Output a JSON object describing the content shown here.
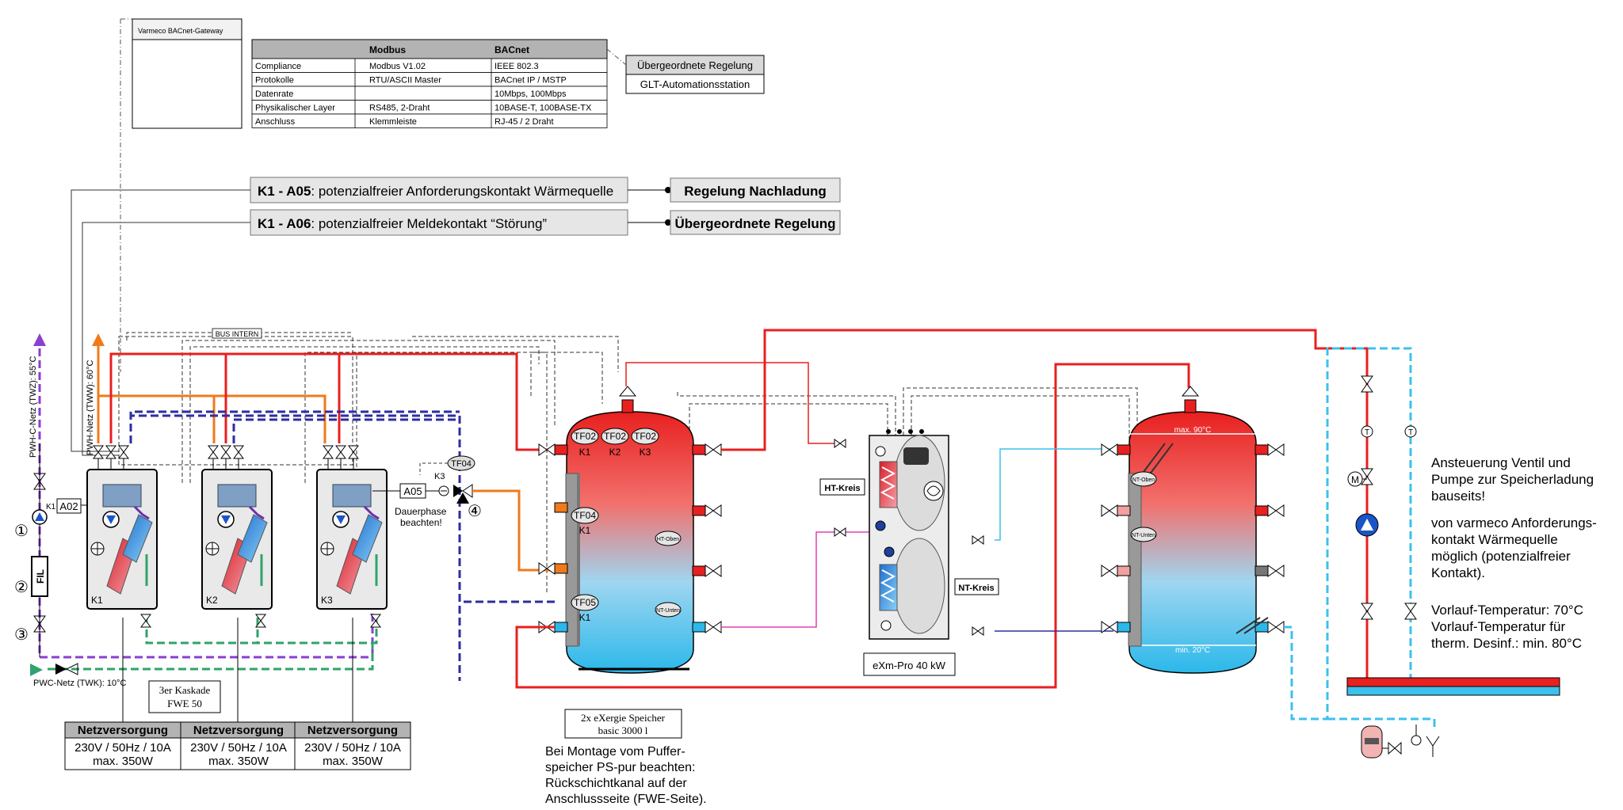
{
  "gateway": {
    "title": "Varmeco BACnet-Gateway"
  },
  "protocol_table": {
    "headers": [
      "",
      "Modbus",
      "BACnet"
    ],
    "rows": [
      [
        "Compliance",
        "Modbus V1.02",
        "IEEE 802.3"
      ],
      [
        "Protokolle",
        "RTU/ASCII Master",
        "BACnet IP / MSTP"
      ],
      [
        "Datenrate",
        "",
        "10Mbps, 100Mbps"
      ],
      [
        "Physikalischer Layer",
        "RS485, 2-Draht",
        "10BASE-T, 100BASE-TX"
      ],
      [
        "Anschluss",
        "Klemmleiste",
        "RJ-45 / 2 Draht"
      ]
    ]
  },
  "upper_control": {
    "title": "Übergeordnete Regelung",
    "sub": "GLT-Automationsstation"
  },
  "contacts": [
    {
      "code": "K1 - A05",
      "text": ": potenzialfreier Anforderungskontakt Wärmequelle",
      "target": "Regelung Nachladung"
    },
    {
      "code": "K1 - A06",
      "text": ": potenzialfreier Meldekontakt “Störung”",
      "target": "Übergeordnete Regelung"
    }
  ],
  "bus_label": "BUS INTERN",
  "left_labels": {
    "pwh_c": "PWH-C-Netz (TWZ): 55°C",
    "pwh": "PWH-Netz (TWW): 60°C",
    "pwc": "PWC-Netz (TWK): 10°C",
    "a02": "A02",
    "k1": "K1",
    "fil": "FIL",
    "num1": "①",
    "num2": "②",
    "num3": "③"
  },
  "stations": [
    {
      "label": "K1"
    },
    {
      "label": "K2"
    },
    {
      "label": "K3"
    }
  ],
  "a05_label": "A05",
  "tf04_top": "TF04",
  "k3_label": "K3",
  "dauerphase": [
    "Dauerphase",
    "beachten!"
  ],
  "num4": "④",
  "cascade": [
    "3er Kaskade",
    "FWE 50"
  ],
  "power": [
    {
      "head": "Netzversorgung",
      "l1": "230V / 50Hz / 10A",
      "l2": "max. 350W"
    },
    {
      "head": "Netzversorgung",
      "l1": "230V / 50Hz / 10A",
      "l2": "max. 350W"
    },
    {
      "head": "Netzversorgung",
      "l1": "230V / 50Hz / 10A",
      "l2": "max. 350W"
    }
  ],
  "tank1": {
    "tf_top": [
      "TF02",
      "TF02",
      "TF02"
    ],
    "k_top": [
      "K1",
      "K2",
      "K3"
    ],
    "tf04": "TF04",
    "tf04_k": "K1",
    "tf05": "TF05",
    "tf05_k": "K1",
    "ht_oben": "HT-Oben",
    "nt_unten": "NT-Unten"
  },
  "speicher_label": [
    "2x eXergie Speicher",
    "basic 3000 l"
  ],
  "speicher_note": [
    "Bei Montage vom Puffer-",
    "speicher PS-pur beachten:",
    "Rückschichtkanal auf der",
    "Anschlussseite (FWE-Seite)."
  ],
  "heatpump": {
    "ht": "HT-Kreis",
    "nt": "NT-Kreis",
    "name": "eXm-Pro 40 kW"
  },
  "tank2": {
    "max": "max. 90°C",
    "min": "min. 20°C",
    "nt_oben": "NT-Oben",
    "nt_unten": "NT-Unten"
  },
  "right_notes": [
    [
      "Ansteuerung Ventil und",
      "Pumpe zur Speicherladung",
      "bauseits!"
    ],
    [
      "von varmeco Anforderungs-",
      "kontakt Wärmequelle",
      "möglich (potenzialfreier",
      "Kontakt)."
    ],
    [
      "Vorlauf-Temperatur: 70°C",
      "Vorlauf-Temperatur für",
      "therm. Desinf.: min. 80°C"
    ]
  ],
  "colors": {
    "hot": "#e8201f",
    "dhw": "#f07a1a",
    "circ": "#8a3fd0",
    "cold": "#2fa36b",
    "return": "#2e2ea0",
    "bright_cold": "#3cc0ec",
    "magenta": "#e040b0"
  }
}
